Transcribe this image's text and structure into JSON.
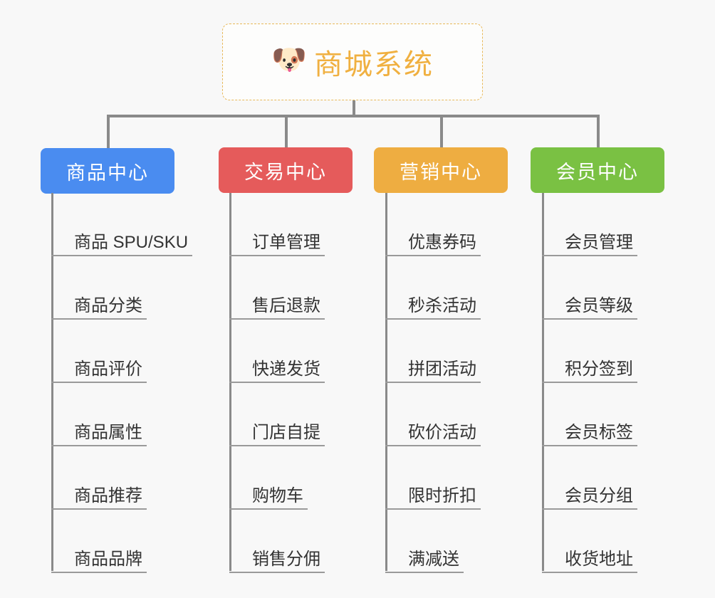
{
  "page": {
    "background_color": "#f8f8f8",
    "connector_color": "#8a8a8a"
  },
  "root": {
    "icon": "dog-face-emoji",
    "emoji": "🐶",
    "title": "商城系统",
    "text_color": "#f0b040",
    "border_color": "#e8b95a"
  },
  "branches": [
    {
      "id": "product-center",
      "label": "商品中心",
      "color": "#4a8cf0",
      "items": [
        {
          "label": "商品 SPU/SKU"
        },
        {
          "label": "商品分类"
        },
        {
          "label": "商品评价"
        },
        {
          "label": "商品属性"
        },
        {
          "label": "商品推荐"
        },
        {
          "label": "商品品牌"
        }
      ]
    },
    {
      "id": "trade-center",
      "label": "交易中心",
      "color": "#e55b5b",
      "items": [
        {
          "label": "订单管理"
        },
        {
          "label": "售后退款"
        },
        {
          "label": "快递发货"
        },
        {
          "label": "门店自提"
        },
        {
          "label": "购物车"
        },
        {
          "label": "销售分佣"
        }
      ]
    },
    {
      "id": "marketing-center",
      "label": "营销中心",
      "color": "#eead41",
      "items": [
        {
          "label": "优惠券码"
        },
        {
          "label": "秒杀活动"
        },
        {
          "label": "拼团活动"
        },
        {
          "label": "砍价活动"
        },
        {
          "label": "限时折扣"
        },
        {
          "label": "满减送"
        }
      ]
    },
    {
      "id": "member-center",
      "label": "会员中心",
      "color": "#7ac143",
      "items": [
        {
          "label": "会员管理"
        },
        {
          "label": "会员等级"
        },
        {
          "label": "积分签到"
        },
        {
          "label": "会员标签"
        },
        {
          "label": "会员分组"
        },
        {
          "label": "收货地址"
        }
      ]
    }
  ]
}
